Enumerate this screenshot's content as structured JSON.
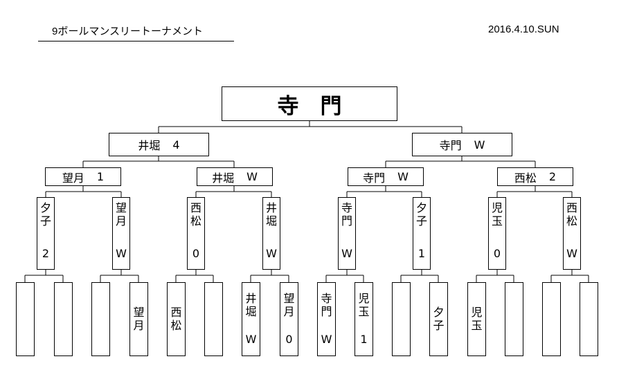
{
  "header": {
    "title": "9ボールマンスリートーナメント",
    "date": "2016.4.10.SUN"
  },
  "champion": {
    "name": "寺　門"
  },
  "semis": [
    {
      "name": "井堀",
      "score": "4"
    },
    {
      "name": "寺門",
      "score": "W"
    }
  ],
  "quarters": [
    {
      "name": "望月",
      "score": "1"
    },
    {
      "name": "井堀",
      "score": "W"
    },
    {
      "name": "寺門",
      "score": "W"
    },
    {
      "name": "西松",
      "score": "2"
    }
  ],
  "round2": [
    {
      "name": "夕子",
      "score": "2"
    },
    {
      "name": "望月",
      "score": "W"
    },
    {
      "name": "西松",
      "score": "0"
    },
    {
      "name": "井堀",
      "score": "W"
    },
    {
      "name": "寺門",
      "score": "W"
    },
    {
      "name": "夕子",
      "score": "1"
    },
    {
      "name": "児玉",
      "score": "0"
    },
    {
      "name": "西松",
      "score": "W"
    }
  ],
  "round1": [
    {
      "name": "",
      "score": ""
    },
    {
      "name": "",
      "score": ""
    },
    {
      "name": "",
      "score": ""
    },
    {
      "name": "望月",
      "score": ""
    },
    {
      "name": "西松",
      "score": ""
    },
    {
      "name": "",
      "score": ""
    },
    {
      "name": "井堀",
      "score": "W"
    },
    {
      "name": "望月",
      "score": "0"
    },
    {
      "name": "寺門",
      "score": "W"
    },
    {
      "name": "児玉",
      "score": "1"
    },
    {
      "name": "",
      "score": ""
    },
    {
      "name": "夕子",
      "score": ""
    },
    {
      "name": "児玉",
      "score": ""
    },
    {
      "name": "",
      "score": ""
    },
    {
      "name": "",
      "score": ""
    },
    {
      "name": "",
      "score": ""
    }
  ]
}
